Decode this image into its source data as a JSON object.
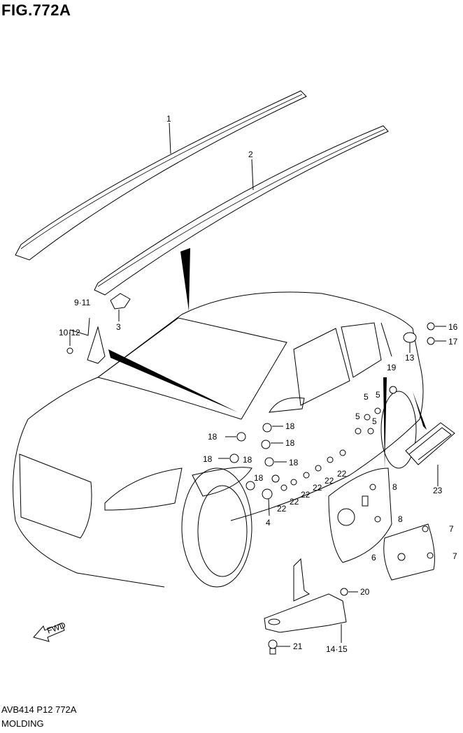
{
  "figure": {
    "title": "FIG.772A",
    "code": "AVB414 P12 772A",
    "name": "MOLDING"
  },
  "fwd_label": "FWD",
  "callouts": {
    "c1": "1",
    "c2": "2",
    "c3": "3",
    "c4": "4",
    "c5a": "5",
    "c5b": "5",
    "c5c": "5",
    "c5d": "5",
    "c6": "6",
    "c7a": "7",
    "c7b": "7",
    "c8a": "8",
    "c8b": "8",
    "c9_11": "9·11",
    "c10_12": "10·12",
    "c13": "13",
    "c14_15": "14·15",
    "c16": "16",
    "c17": "17",
    "c18a": "18",
    "c18b": "18",
    "c18c": "18",
    "c18d": "18",
    "c18e": "18",
    "c18f": "18",
    "c18g": "18",
    "c19": "19",
    "c20": "20",
    "c21": "21",
    "c22a": "22",
    "c22b": "22",
    "c22c": "22",
    "c22d": "22",
    "c22e": "22",
    "c22f": "22",
    "c23": "23"
  }
}
